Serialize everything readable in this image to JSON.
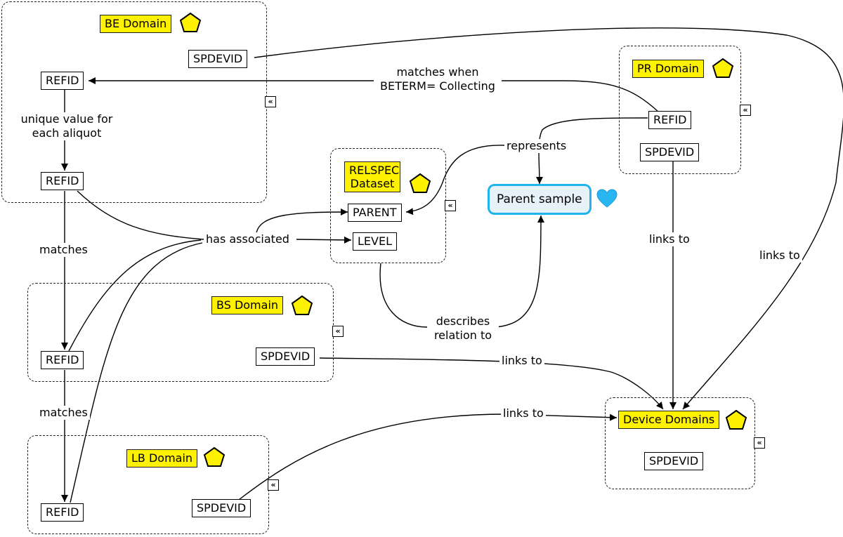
{
  "domains": {
    "be": "BE Domain",
    "pr": "PR Domain",
    "relspec": "RELSPEC Dataset",
    "bs": "BS Domain",
    "lb": "LB Domain",
    "device": "Device Domains"
  },
  "fields": {
    "be_spdevid": "SPDEVID",
    "be_refid_top": "REFID",
    "be_refid_bottom": "REFID",
    "pr_refid": "REFID",
    "pr_spdevid": "SPDEVID",
    "relspec_parent": "PARENT",
    "relspec_level": "LEVEL",
    "bs_refid": "REFID",
    "bs_spdevid": "SPDEVID",
    "lb_refid": "REFID",
    "lb_spdevid": "SPDEVID",
    "device_spdevid": "SPDEVID"
  },
  "concepts": {
    "parent_sample": "Parent sample"
  },
  "link_labels": {
    "matches_when": "matches when BETERM= Collecting",
    "unique_value": "unique value for each aliquot",
    "has_associated": "has associated",
    "represents": "represents",
    "matches_1": "matches",
    "matches_2": "matches",
    "describes_relation": "describes relation to",
    "links_to_pr": "links to",
    "links_to_be": "links to",
    "links_to_bs": "links to",
    "links_to_lb": "links to"
  },
  "colors": {
    "domain_fill": "#fff200",
    "parent_border": "#1fb4ea",
    "parent_fill": "#e6f2f8",
    "heart": "#29b6f0"
  },
  "icons": {
    "domain_marker": "pentagon-icon",
    "collapse": "collapse-icon",
    "concept_marker": "heart-icon"
  }
}
